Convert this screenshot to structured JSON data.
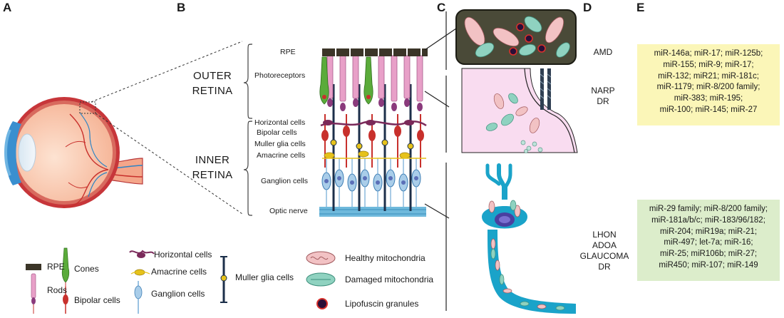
{
  "panels": {
    "a": "A",
    "b": "B",
    "c": "C",
    "d": "D",
    "e": "E"
  },
  "retina_regions": {
    "outer_line1": "OUTER",
    "outer_line2": "RETINA",
    "inner_line1": "INNER",
    "inner_line2": "RETINA"
  },
  "layers": [
    "RPE",
    "Photoreceptors",
    "Horizontal cells",
    "Bipolar cells",
    "Muller glia cells",
    "Amacrine cells",
    "Ganglion cells",
    "Optic nerve"
  ],
  "diseases": {
    "amd": "AMD",
    "narp_dr": [
      "NARP",
      "DR"
    ],
    "group3": [
      "LHON",
      "ADOA",
      "GLAUCOMA",
      "DR"
    ]
  },
  "mirna_box1": {
    "color": "#fbf6b8",
    "lines": [
      "miR-146a; miR-17; miR-125b;",
      "miR-155; miR-9; miR-17;",
      "miR-132; miR21; miR-181c;",
      "miR-1179; miR-8/200 family;",
      "miR-383; miR-195;",
      "miR-100; miR-145; miR-27"
    ]
  },
  "mirna_box2": {
    "color": "#dcedcb",
    "lines": [
      "miR-29 family; miR-8/200 family;",
      "miR-181a/b/c; miR-183/96/182;",
      "miR-204; miR19a;  miR-21;",
      "miR-497; let-7a; miR-16;",
      "miR-25; miR106b; miR-27;",
      "miR450; miR-107; miR-149"
    ]
  },
  "legend_cells": {
    "rpe": "RPE",
    "rods": "Rods",
    "cones": "Cones",
    "bipolar": "Bipolar cells",
    "horizontal": "Horizontal cells",
    "amacrine": "Amacrine cells",
    "ganglion": "Ganglion cells",
    "muller": "Muller glia cells"
  },
  "legend_mito": {
    "healthy": "Healthy mitochondria",
    "damaged": "Damaged mitochondria",
    "lipofuscin": "Lipofuscin granules"
  },
  "colors": {
    "rod": "#e8a0c8",
    "cone": "#5aab3a",
    "bipolar": "#c8302c",
    "ganglion": "#6fa8d6",
    "muller": "#1c2f4a",
    "horizontal": "#7a2a5a",
    "amacrine": "#e6c21a",
    "rpe": "#3b3528",
    "healthy_mito": "#f2c2c4",
    "damaged_mito": "#8fd2c0",
    "axon": "#1aa3c9",
    "cytoplasm": "#f9dcf0"
  }
}
